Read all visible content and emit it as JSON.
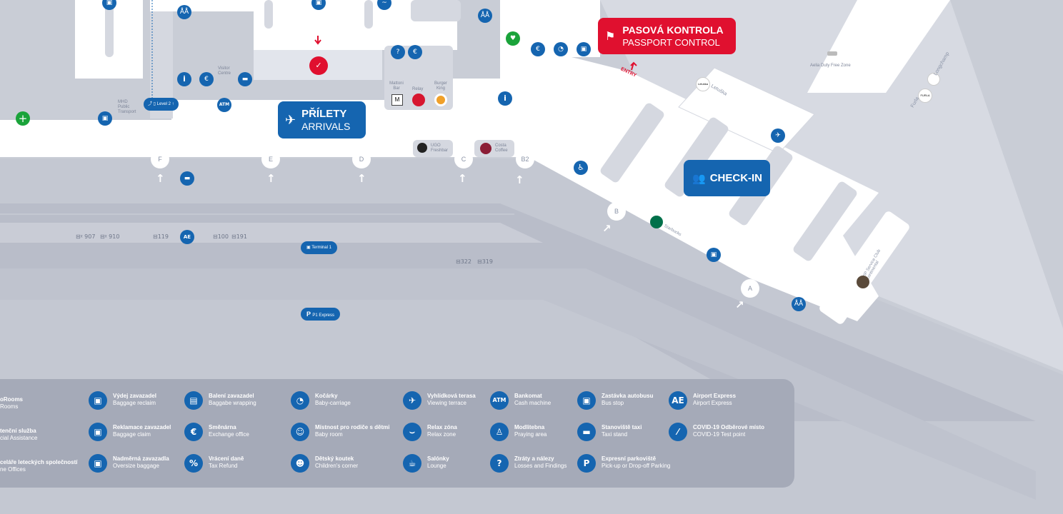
{
  "signs": {
    "arrivals_cz": "PŘÍLETY",
    "arrivals_en": "ARRIVALS",
    "passport_cz": "PASOVÁ KONTROLA",
    "passport_en": "PASSPORT CONTROL",
    "entry": "ENTRY",
    "checkin": "CHECK-IN"
  },
  "colors": {
    "primary": "#1565b0",
    "alert": "#e0102f",
    "green": "#1aa33a",
    "corridor": "#ffffff",
    "road": "#b9bdc9"
  },
  "places": {
    "visitor_centre": "Visitor Centre",
    "mhd": "MHD Public Transport",
    "level2": "Level 2",
    "atm": "ATM",
    "mattoni": "Mattoni Bar",
    "relay": "Relay",
    "burger_king": "Burger King",
    "ugo": "UGO Freshbar",
    "costa": "Costa Coffee",
    "duty_free": "Aelia Duty Free Zone",
    "letuska_logo": "Letuška",
    "letuska": "Letuška",
    "furla_logo": "FURLA",
    "furla": "Furla",
    "longchamp": "Longchamp",
    "starbucks": "Starbucks",
    "vip": "VIP Service Club Continental",
    "terminal1": "Terminal 1",
    "p1": "P1 Express",
    "ae": "AE"
  },
  "gates": [
    "F",
    "E",
    "D",
    "C",
    "B2",
    "B",
    "A"
  ],
  "buses": {
    "b907": "907",
    "b910": "910",
    "b119": "119",
    "b100": "100",
    "b191": "191",
    "b322": "322",
    "b319": "319"
  },
  "legend": [
    {
      "cz": "Výdej zavazadel",
      "en": "Baggage reclaim",
      "icon": "baggage-reclaim-icon"
    },
    {
      "cz": "Reklamace zavazadel",
      "en": "Baggage claim",
      "icon": "baggage-claim-icon"
    },
    {
      "cz": "Nadměrná zavazadla",
      "en": "Oversize baggage",
      "icon": "oversize-baggage-icon"
    },
    {
      "cz": "Balení zavazadel",
      "en": "Baggabe wrapping",
      "icon": "baggage-wrapping-icon"
    },
    {
      "cz": "Směnárna",
      "en": "Exchange office",
      "icon": "exchange-icon"
    },
    {
      "cz": "Vrácení daně",
      "en": "Tax Refund",
      "icon": "tax-refund-icon"
    },
    {
      "cz": "Kočárky",
      "en": "Baby-carriage",
      "icon": "baby-carriage-icon"
    },
    {
      "cz": "Místnost pro rodiče s dětmi",
      "en": "Baby room",
      "icon": "baby-room-icon"
    },
    {
      "cz": "Dětský koutek",
      "en": "Children's corner",
      "icon": "children-corner-icon"
    },
    {
      "cz": "Vyhlídková terasa",
      "en": "Viewing terrace",
      "icon": "viewing-terrace-icon"
    },
    {
      "cz": "Relax zóna",
      "en": "Relax zone",
      "icon": "relax-zone-icon"
    },
    {
      "cz": "Salónky",
      "en": "Lounge",
      "icon": "lounge-icon"
    },
    {
      "cz": "Bankomat",
      "en": "Cash machine",
      "icon": "atm-icon",
      "glyph": "ATM"
    },
    {
      "cz": "Modlitebna",
      "en": "Praying area",
      "icon": "praying-icon"
    },
    {
      "cz": "Ztráty a nálezy",
      "en": "Losses and Findings",
      "icon": "lost-found-icon"
    },
    {
      "cz": "Zastávka autobusu",
      "en": "Bus stop",
      "icon": "bus-stop-icon"
    },
    {
      "cz": "Stanoviště taxi",
      "en": "Taxi stand",
      "icon": "taxi-icon"
    },
    {
      "cz": "Expresní parkoviště",
      "en": "Pick-up or Drop-off Parking",
      "icon": "express-parking-icon",
      "glyph": "P"
    },
    {
      "cz": "Airport Express",
      "en": "Airport Express",
      "icon": "airport-express-icon",
      "glyph": "AE"
    },
    {
      "cz": "COVID-19 Odběrové místo",
      "en": "COVID-19 Test point",
      "icon": "covid-test-icon"
    }
  ],
  "legend_cut": [
    {
      "cz": "oRooms",
      "en": "Rooms"
    },
    {
      "cz": "tenční služba",
      "en": "cial Assistance"
    },
    {
      "cz": "celáře leteckých společností",
      "en": "ne Offices"
    }
  ]
}
